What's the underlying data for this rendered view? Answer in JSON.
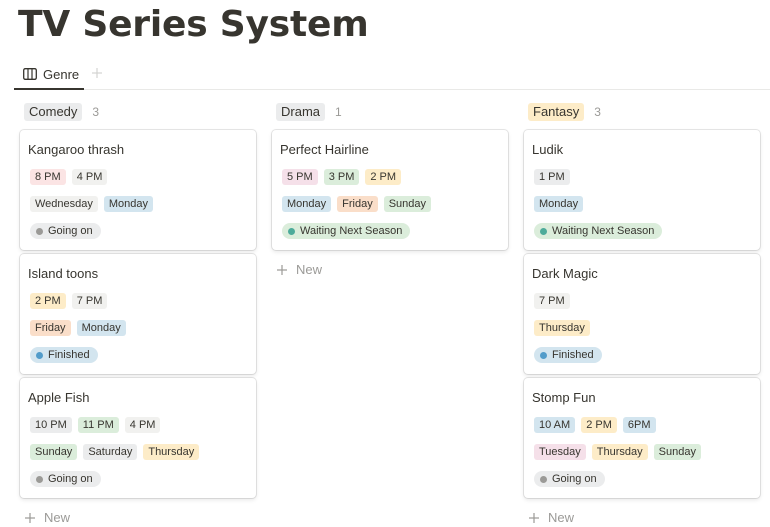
{
  "page": {
    "title": "TV Series System"
  },
  "view_tabs": [
    {
      "label": "Genre"
    }
  ],
  "colors": {
    "red": "#fbe4e4",
    "gray": "#ebeced",
    "blue": "#d3e5ef",
    "yellow": "#fdecc8",
    "orange": "#fadec9",
    "green": "#dbeddb",
    "pink": "#f5e0e9",
    "light": "#f1f1ef",
    "dot_gray": "#9b9a97",
    "dot_blue": "#529cca",
    "dot_green": "#4dab9a"
  },
  "columns": [
    {
      "label": "Comedy",
      "count": "3",
      "color": "#ebeced",
      "new_label": "New",
      "cards": [
        {
          "title": "Kangaroo thrash",
          "times": [
            {
              "label": "8 PM",
              "color": "#fbe4e4"
            },
            {
              "label": "4 PM",
              "color": "#f1f1ef"
            }
          ],
          "days": [
            {
              "label": "Wednesday",
              "color": "#f1f1ef"
            },
            {
              "label": "Monday",
              "color": "#d3e5ef"
            }
          ],
          "status": {
            "label": "Going on",
            "bg": "#ebeced",
            "dot": "#9b9a97"
          }
        },
        {
          "title": "Island toons",
          "times": [
            {
              "label": "2 PM",
              "color": "#fdecc8"
            },
            {
              "label": "7 PM",
              "color": "#f1f1ef"
            }
          ],
          "days": [
            {
              "label": "Friday",
              "color": "#fadec9"
            },
            {
              "label": "Monday",
              "color": "#d3e5ef"
            }
          ],
          "status": {
            "label": "Finished",
            "bg": "#d3e5ef",
            "dot": "#529cca"
          }
        },
        {
          "title": "Apple Fish",
          "times": [
            {
              "label": "10 PM",
              "color": "#ebeced"
            },
            {
              "label": "11 PM",
              "color": "#dbeddb"
            },
            {
              "label": "4 PM",
              "color": "#f1f1ef"
            }
          ],
          "days": [
            {
              "label": "Sunday",
              "color": "#dbeddb"
            },
            {
              "label": "Saturday",
              "color": "#ebeced"
            },
            {
              "label": "Thursday",
              "color": "#fdecc8"
            }
          ],
          "status": {
            "label": "Going on",
            "bg": "#ebeced",
            "dot": "#9b9a97"
          }
        }
      ]
    },
    {
      "label": "Drama",
      "count": "1",
      "color": "#ebeced",
      "new_label": "New",
      "cards": [
        {
          "title": "Perfect Hairline",
          "times": [
            {
              "label": "5 PM",
              "color": "#f5e0e9"
            },
            {
              "label": "3 PM",
              "color": "#dbeddb"
            },
            {
              "label": "2 PM",
              "color": "#fdecc8"
            }
          ],
          "days": [
            {
              "label": "Monday",
              "color": "#d3e5ef"
            },
            {
              "label": "Friday",
              "color": "#fadec9"
            },
            {
              "label": "Sunday",
              "color": "#dbeddb"
            }
          ],
          "status": {
            "label": "Waiting Next Season",
            "bg": "#dbeddb",
            "dot": "#4dab9a"
          }
        }
      ]
    },
    {
      "label": "Fantasy",
      "count": "3",
      "color": "#fdecc8",
      "new_label": "New",
      "cards": [
        {
          "title": "Ludik",
          "times": [
            {
              "label": "1 PM",
              "color": "#ebeced"
            }
          ],
          "days": [
            {
              "label": "Monday",
              "color": "#d3e5ef"
            }
          ],
          "status": {
            "label": "Waiting Next Season",
            "bg": "#dbeddb",
            "dot": "#4dab9a"
          }
        },
        {
          "title": "Dark Magic",
          "times": [
            {
              "label": "7 PM",
              "color": "#f1f1ef"
            }
          ],
          "days": [
            {
              "label": "Thursday",
              "color": "#fdecc8"
            }
          ],
          "status": {
            "label": "Finished",
            "bg": "#d3e5ef",
            "dot": "#529cca"
          }
        },
        {
          "title": "Stomp Fun",
          "times": [
            {
              "label": "10 AM",
              "color": "#d3e5ef"
            },
            {
              "label": "2 PM",
              "color": "#fdecc8"
            },
            {
              "label": "6PM",
              "color": "#d3e5ef"
            }
          ],
          "days": [
            {
              "label": "Tuesday",
              "color": "#f5e0e9"
            },
            {
              "label": "Thursday",
              "color": "#fdecc8"
            },
            {
              "label": "Sunday",
              "color": "#dbeddb"
            }
          ],
          "status": {
            "label": "Going on",
            "bg": "#ebeced",
            "dot": "#9b9a97"
          }
        }
      ]
    }
  ]
}
